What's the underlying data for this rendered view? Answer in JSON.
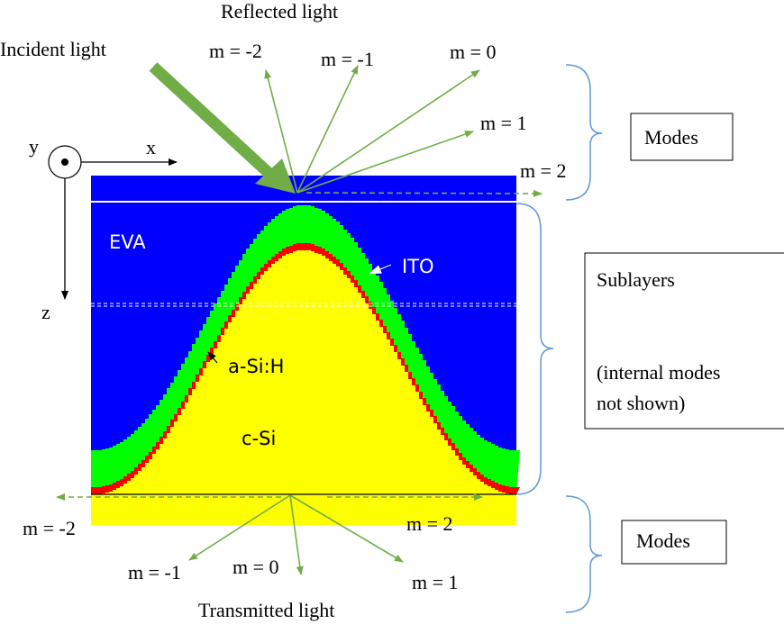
{
  "title_reflected": "Reflected light",
  "title_incident": "Incident light",
  "title_transmitted": "Transmitted light",
  "axes": {
    "x": "x",
    "y": "y",
    "z": "z"
  },
  "reflected_modes": [
    "m = -2",
    "m = -1",
    "m = 0",
    "m = 1",
    "m = 2"
  ],
  "transmitted_modes": [
    "m = -2",
    "m = -1",
    "m = 0",
    "m = 1",
    "m = 2"
  ],
  "layers": {
    "eva": "EVA",
    "ito": "ITO",
    "asi": "a-Si:H",
    "csi": "c-Si"
  },
  "boxes": {
    "modes_top": "Modes",
    "sublayers": "Sublayers",
    "sublayers_note_1": "(internal modes",
    "sublayers_note_2": "not shown)",
    "modes_bottom": "Modes"
  },
  "colors": {
    "eva": "#0000ff",
    "ito": "#00ff00",
    "asi": "#ff0000",
    "csi": "#ffff00",
    "ray": "#70ad47",
    "brace": "#5b9bd5"
  }
}
